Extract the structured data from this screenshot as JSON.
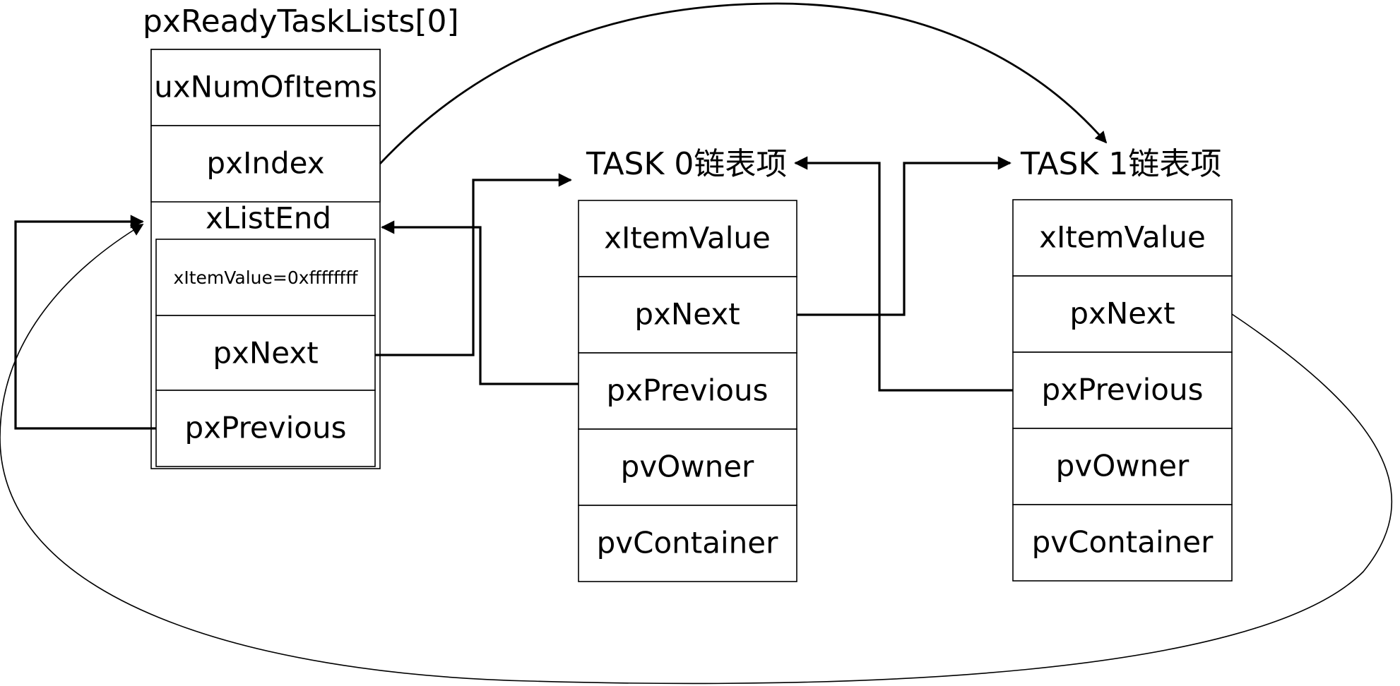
{
  "list": {
    "title": "pxReadyTaskLists[0]",
    "fields": {
      "num_items": "uxNumOfItems",
      "index": "pxIndex",
      "list_end": "xListEnd"
    },
    "end_item": {
      "value": "xItemValue=0xffffffff",
      "next": "pxNext",
      "previous": "pxPrevious"
    }
  },
  "task0": {
    "title": "TASK 0链表项",
    "fields": {
      "value": "xItemValue",
      "next": "pxNext",
      "previous": "pxPrevious",
      "owner": "pvOwner",
      "container": "pvContainer"
    }
  },
  "task1": {
    "title": "TASK 1链表项",
    "fields": {
      "value": "xItemValue",
      "next": "pxNext",
      "previous": "pxPrevious",
      "owner": "pvOwner",
      "container": "pvContainer"
    }
  }
}
